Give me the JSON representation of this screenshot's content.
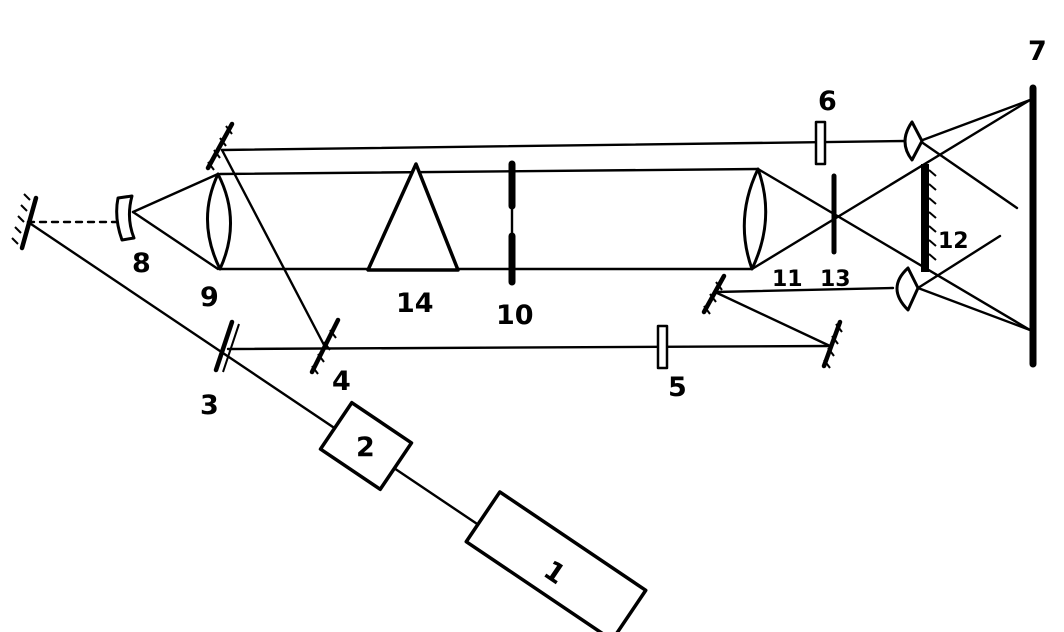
{
  "labels": {
    "laser": "1",
    "block_2": "2",
    "mirror_3": "3",
    "mirror_4": "4",
    "plate_5": "5",
    "plate_6": "6",
    "screen_7": "7",
    "lens_8": "8",
    "lens_9": "9",
    "element_10": "10",
    "lens_11": "11",
    "element_12": "12",
    "element_13": "13",
    "prism_14": "14"
  }
}
